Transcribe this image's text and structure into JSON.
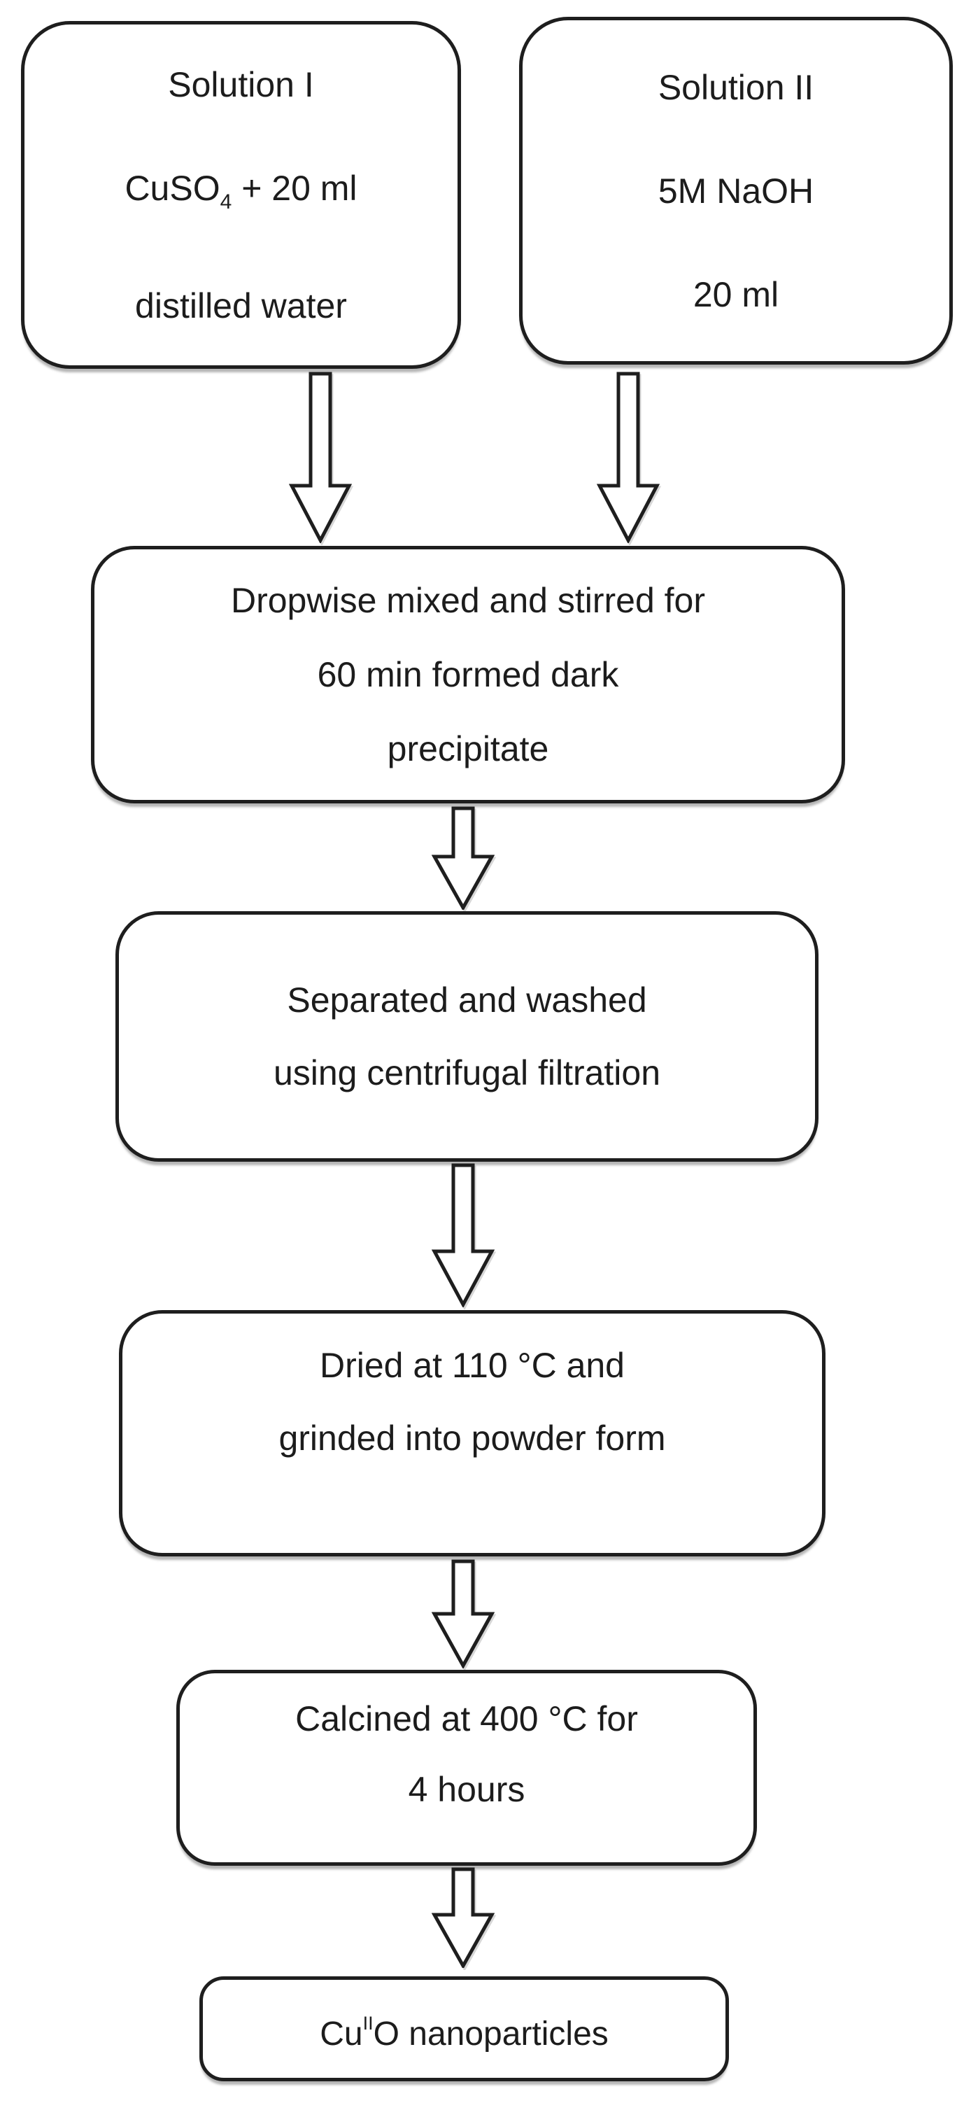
{
  "nodes": {
    "solution1": {
      "line1": "Solution I",
      "line2_prefix": "CuSO",
      "line2_sub": "4",
      "line2_suffix": " + 20 ml",
      "line3": "distilled water"
    },
    "solution2": {
      "line1": "Solution II",
      "line2": "5M NaOH",
      "line3": "20 ml"
    },
    "mix": {
      "line1": "Dropwise mixed and stirred for",
      "line2": "60 min formed dark",
      "line3": "precipitate"
    },
    "separate": {
      "line1": "Separated and washed",
      "line2": "using centrifugal filtration"
    },
    "dry": {
      "line1": "Dried at 110 °C and",
      "line2": "grinded into powder form"
    },
    "calcine": {
      "line1": "Calcined at 400 °C for",
      "line2": "4 hours"
    },
    "product": {
      "prefix": "Cu",
      "sup": "II",
      "suffix": "O nanoparticles"
    }
  },
  "colors": {
    "outline": "#1e1e1e",
    "text": "#1c1c1c",
    "background": "#ffffff",
    "shadow": "#787878"
  }
}
